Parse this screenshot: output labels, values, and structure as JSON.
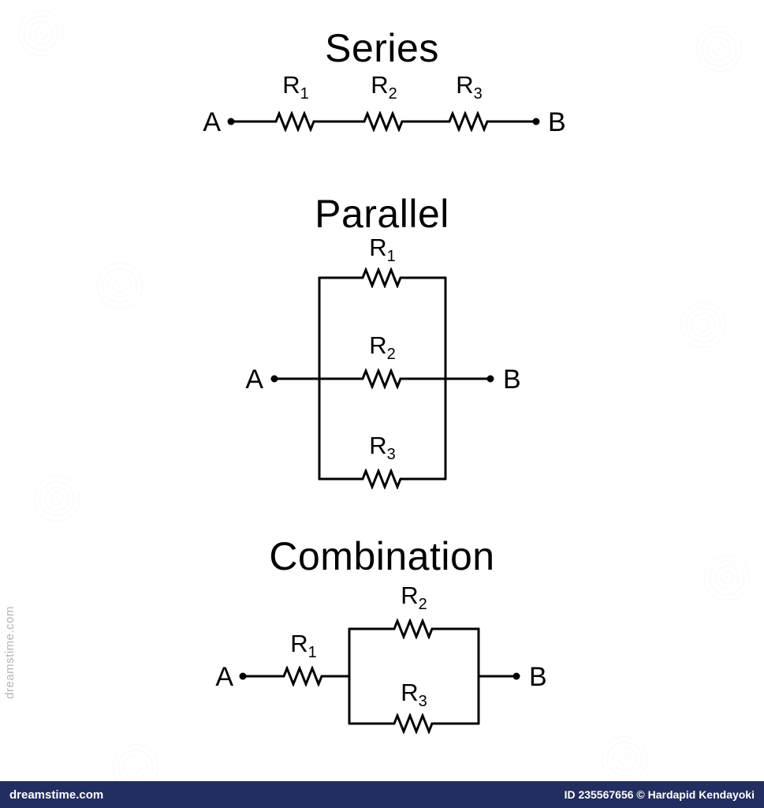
{
  "colors": {
    "ink": "#000000",
    "footer_bg": "#232e60",
    "watermark_side": "#b5b5b5"
  },
  "watermark": {
    "side_text": "dreamstime.com"
  },
  "circuits": {
    "series": {
      "title": "Series",
      "terminal_left": "A",
      "terminal_right": "B",
      "resistors": [
        {
          "base": "R",
          "sub": "1"
        },
        {
          "base": "R",
          "sub": "2"
        },
        {
          "base": "R",
          "sub": "3"
        }
      ]
    },
    "parallel": {
      "title": "Parallel",
      "terminal_left": "A",
      "terminal_right": "B",
      "resistors": [
        {
          "base": "R",
          "sub": "1"
        },
        {
          "base": "R",
          "sub": "2"
        },
        {
          "base": "R",
          "sub": "3"
        }
      ]
    },
    "combination": {
      "title": "Combination",
      "terminal_left": "A",
      "terminal_right": "B",
      "resistors": [
        {
          "base": "R",
          "sub": "1"
        },
        {
          "base": "R",
          "sub": "2"
        },
        {
          "base": "R",
          "sub": "3"
        }
      ]
    }
  },
  "footer": {
    "brand": "dreamstime.com",
    "credit": "ID 235567656 © Hardapid Kendayoki"
  }
}
